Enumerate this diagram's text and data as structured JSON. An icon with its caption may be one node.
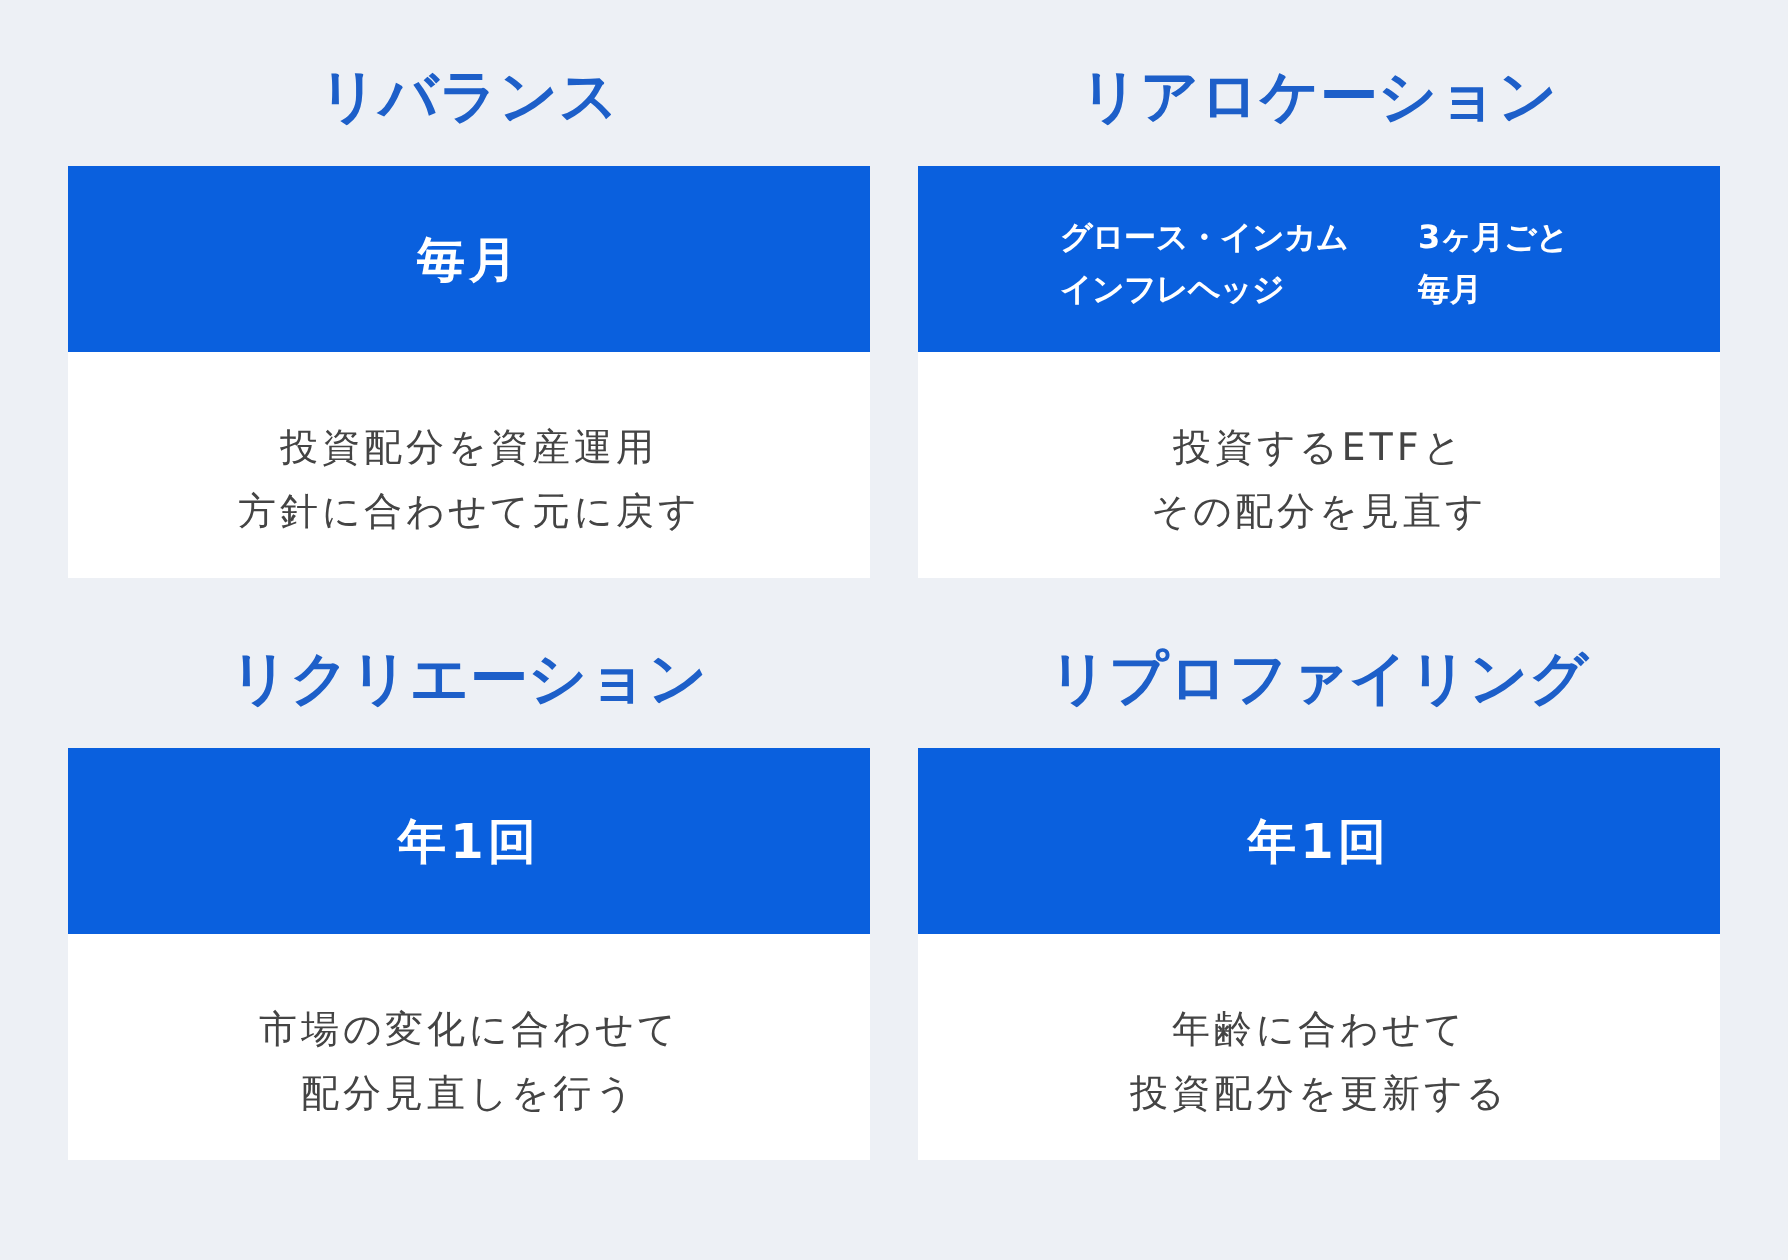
{
  "diagram": {
    "nodes": [
      {
        "text": [
          "リバランス",
          "投資配分を資産運用方針に合わせて元に戻す"
        ]
      },
      {
        "text": [
          "毎月"
        ],
        "in": 0
      },
      {
        "text": [
          "リアロケーション",
          "投資するETFとその配分を見直す"
        ]
      },
      {
        "text": [
          "グロース・インカム",
          "3ヶ月ごと",
          "インフレヘッジ",
          "毎月"
        ],
        "in": 2
      },
      {
        "text": [
          "リクリエーション",
          "市場の変化に合わせて配分見直しを行う"
        ]
      },
      {
        "text": [
          "年1回"
        ],
        "in": 4
      },
      {
        "text": [
          "リプロファイリング",
          "年齢に合わせて投資配分を更新する"
        ]
      },
      {
        "text": [
          "年1回"
        ],
        "in": 6
      }
    ]
  }
}
